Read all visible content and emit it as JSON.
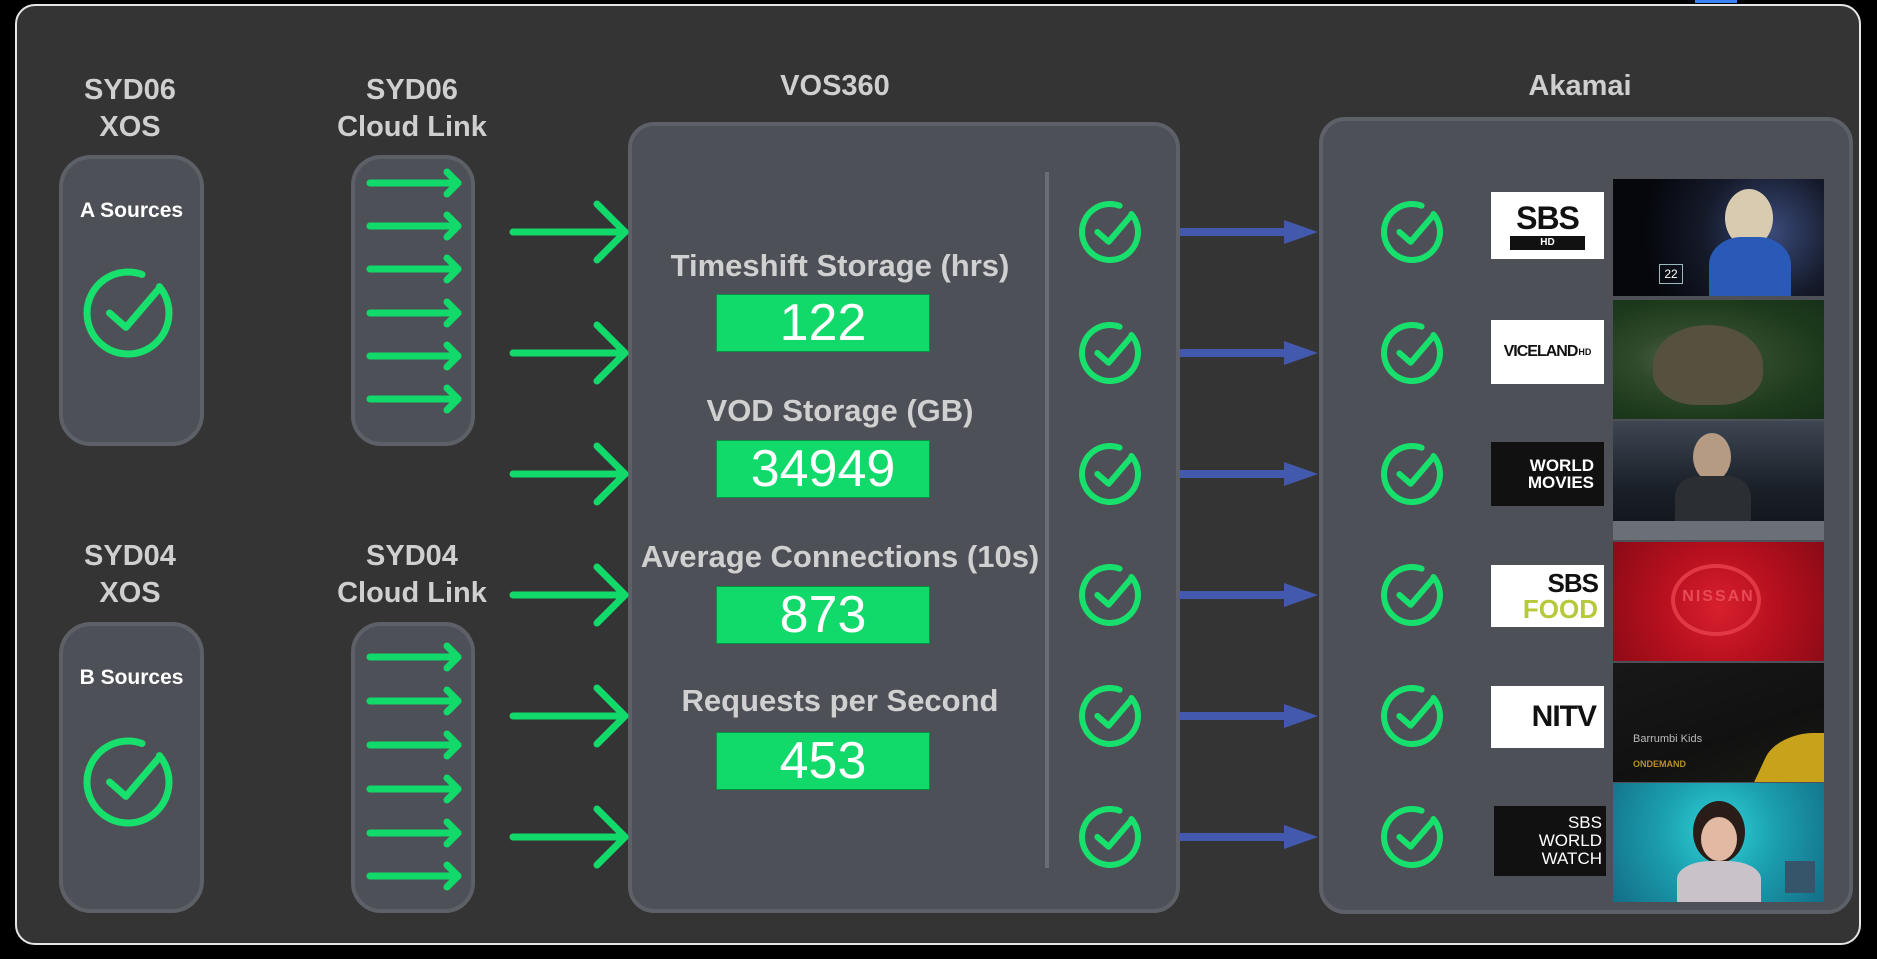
{
  "headers": {
    "syd06_xos": "SYD06\nXOS",
    "syd06_cloud": "SYD06\nCloud Link",
    "vos360": "VOS360",
    "akamai": "Akamai",
    "syd04_xos": "SYD04\nXOS",
    "syd04_cloud": "SYD04\nCloud Link"
  },
  "sources": {
    "a_label": "A Sources",
    "b_label": "B Sources"
  },
  "metrics": [
    {
      "label": "Timeshift Storage (hrs)",
      "value": "122"
    },
    {
      "label": "VOD Storage (GB)",
      "value": "34949"
    },
    {
      "label": "Average Connections (10s)",
      "value": "873"
    },
    {
      "label": "Requests per Second",
      "value": "453"
    }
  ],
  "channels": [
    {
      "name": "sbs-hd",
      "logo_main": "SBS",
      "logo_sub": "HD",
      "thumb_overlay": "22"
    },
    {
      "name": "viceland",
      "logo_main": "VICELAND",
      "logo_sub": "HD"
    },
    {
      "name": "world-movies",
      "logo_main": "WORLD",
      "logo_sub": "MOVIES"
    },
    {
      "name": "sbs-food",
      "logo_main": "SBS",
      "logo_sub": "FOOD",
      "thumb_overlay": "NISSAN"
    },
    {
      "name": "nitv",
      "logo_main": "NITV",
      "thumb_title": "Barrumbi Kids",
      "thumb_brand": "ONDEMAND"
    },
    {
      "name": "sbs-world-watch",
      "logo_main": "SBS",
      "logo_sub": "WORLD",
      "logo_sub2": "WATCH"
    }
  ],
  "colors": {
    "background": "#343434",
    "panel": "#4d5157",
    "green": "#11d96a",
    "check_green": "#18e06c",
    "blue_arrow": "#4359ad"
  },
  "icons": {
    "status": "check-circle-icon",
    "flow": "arrow-right-icon"
  }
}
